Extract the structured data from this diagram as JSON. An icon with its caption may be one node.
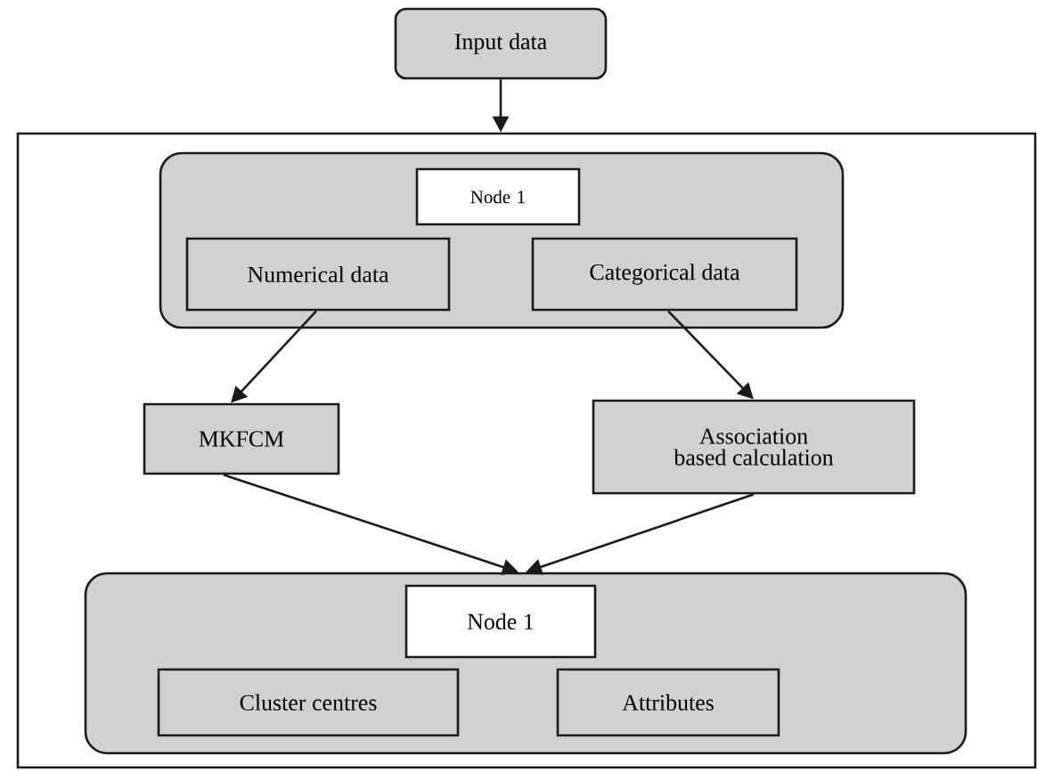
{
  "diagram": {
    "nodes": [
      {
        "text": [
          "Input data"
        ]
      },
      {
        "text": [],
        "shape": "box"
      },
      {
        "text": [],
        "shape": "box",
        "in": 1
      },
      {
        "text": [
          "Node 1"
        ],
        "in": 2
      },
      {
        "text": [
          "Numerical data"
        ],
        "in": 2
      },
      {
        "text": [
          "Categorical data"
        ],
        "in": 2
      },
      {
        "text": [
          "MKFCM"
        ],
        "in": 1
      },
      {
        "text": [
          "Association based calculation"
        ],
        "in": 1
      },
      {
        "text": [],
        "shape": "box",
        "in": 1
      },
      {
        "text": [
          "Node 1"
        ],
        "in": 8
      },
      {
        "text": [
          "Cluster centres"
        ],
        "in": 8
      },
      {
        "text": [
          "Attributes"
        ],
        "in": 8
      }
    ],
    "edges": [
      {
        "from": 0,
        "to": 1,
        "arrow": "to"
      },
      {
        "from": 4,
        "to": 6,
        "arrow": "to"
      },
      {
        "from": 5,
        "to": 7,
        "arrow": "to"
      },
      {
        "from": 6,
        "to": 8,
        "arrow": "to"
      },
      {
        "from": 7,
        "to": 8,
        "arrow": "to"
      }
    ]
  }
}
